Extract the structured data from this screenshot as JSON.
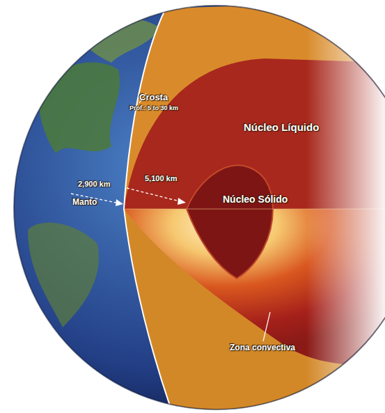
{
  "diagram": {
    "nodes": [
      {
        "text": [
          "Núcleo Líquido"
        ]
      },
      {
        "text": [
          "Núcleo Sólido"
        ],
        "in": 0
      }
    ],
    "labels": [
      "Crosta",
      "Prof.: 5 to 30 km",
      "2,900 km",
      "5,100 km",
      "Manto",
      "Zona convectiva"
    ]
  }
}
